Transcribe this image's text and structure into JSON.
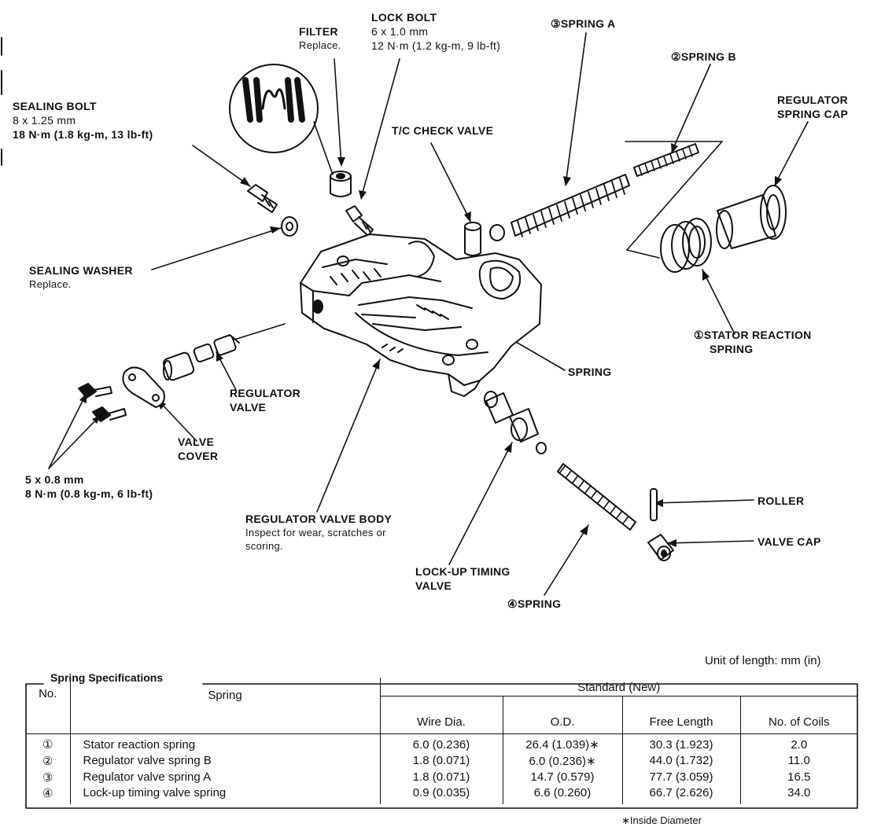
{
  "labels": {
    "filter": {
      "title": "FILTER",
      "note": "Replace."
    },
    "lock_bolt": {
      "title": "LOCK BOLT",
      "lines": [
        "6 x 1.0 mm",
        "12 N·m (1.2 kg-m, 9 lb-ft)"
      ]
    },
    "spring_a": "③SPRING A",
    "spring_b": "②SPRING B",
    "regulator_spring_cap": [
      "REGULATOR",
      "SPRING CAP"
    ],
    "sealing_bolt": {
      "title": "SEALING BOLT",
      "lines": [
        "8 x 1.25 mm",
        "18 N·m (1.8 kg-m, 13 lb-ft)"
      ]
    },
    "tc_check_valve": "T/C CHECK VALVE",
    "sealing_washer": {
      "title": "SEALING WASHER",
      "note": "Replace."
    },
    "stator_reaction_spring": [
      "①STATOR REACTION",
      "SPRING"
    ],
    "spring": "SPRING",
    "regulator_valve": [
      "REGULATOR",
      "VALVE"
    ],
    "valve_cover": [
      "VALVE",
      "COVER"
    ],
    "bolt_spec": [
      "5 x 0.8 mm",
      "8 N·m (0.8 kg-m, 6 lb-ft)"
    ],
    "regulator_valve_body": {
      "title": "REGULATOR VALVE BODY",
      "note": [
        "Inspect for wear, scratches or",
        "scoring."
      ]
    },
    "roller": "ROLLER",
    "valve_cap": "VALVE CAP",
    "lockup_timing_valve": [
      "LOCK-UP TIMING",
      "VALVE"
    ],
    "spring4": "④SPRING"
  },
  "table": {
    "unit_note": "Unit of length: mm (in)",
    "title": "Spring Specifications",
    "headers": {
      "no": "No.",
      "spring": "Spring",
      "standard": "Standard (New)",
      "wire_dia": "Wire Dia.",
      "od": "O.D.",
      "free_length": "Free Length",
      "coils": "No. of Coils"
    },
    "rows": [
      {
        "no": "①",
        "spring": "Stator reaction spring",
        "wire": "6.0 (0.236)",
        "od": "26.4 (1.039)∗",
        "free": "30.3 (1.923)",
        "coils": "2.0"
      },
      {
        "no": "②",
        "spring": "Regulator valve spring B",
        "wire": "1.8 (0.071)",
        "od": "6.0 (0.236)∗",
        "free": "44.0 (1.732)",
        "coils": "11.0"
      },
      {
        "no": "③",
        "spring": "Regulator valve spring A",
        "wire": "1.8 (0.071)",
        "od": "14.7 (0.579)",
        "free": "77.7 (3.059)",
        "coils": "16.5"
      },
      {
        "no": "④",
        "spring": "Lock-up timing valve spring",
        "wire": "0.9 (0.035)",
        "od": "6.6 (0.260)",
        "free": "66.7 (2.626)",
        "coils": "34.0"
      }
    ],
    "footnote": "∗Inside Diameter"
  }
}
